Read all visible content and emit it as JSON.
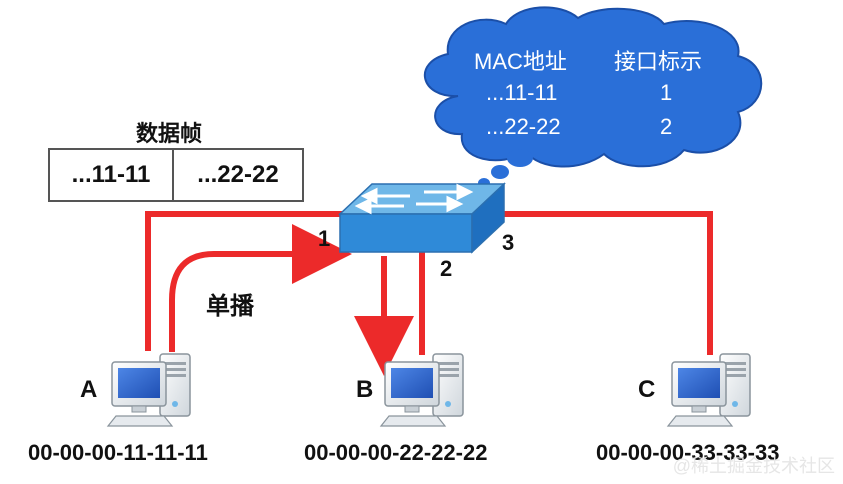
{
  "colors": {
    "link": "#ec2a2a",
    "switch_top": "#6fb7e8",
    "switch_front": "#2f8ad8",
    "cloud": "#2a6fd8"
  },
  "cloud": {
    "header": [
      "MAC地址",
      "接口标示"
    ],
    "rows": [
      {
        "mac": "...11-11",
        "port": "1"
      },
      {
        "mac": "...22-22",
        "port": "2"
      }
    ]
  },
  "frame": {
    "title": "数据帧",
    "cells": [
      "...11-11",
      "...22-22"
    ]
  },
  "ports": {
    "p1": "1",
    "p2": "2",
    "p3": "3"
  },
  "unicast_label": "单播",
  "hosts": [
    {
      "letter": "A",
      "mac": "00-00-00-11-11-11"
    },
    {
      "letter": "B",
      "mac": "00-00-00-22-22-22"
    },
    {
      "letter": "C",
      "mac": "00-00-00-33-33-33"
    }
  ],
  "watermark": "@稀土掘金技术社区",
  "icons": {
    "switch": "network-switch-icon",
    "computer": "desktop-computer-icon",
    "cloud": "thought-cloud"
  }
}
